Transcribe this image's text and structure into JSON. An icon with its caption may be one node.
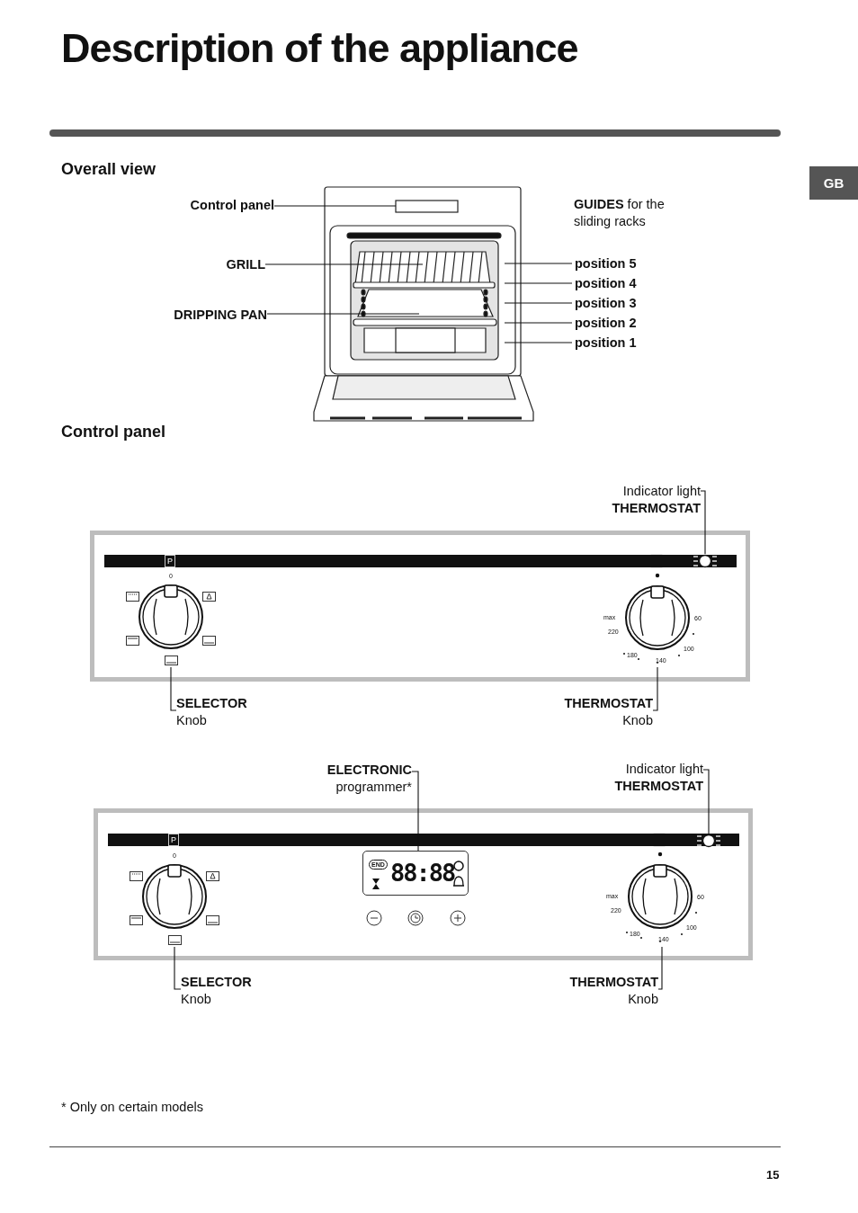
{
  "diagram": {
    "title": "Description of the appliance",
    "nodes": [
      {
        "text": [
          "Control panel"
        ]
      },
      {
        "text": [
          "GRILL"
        ]
      },
      {
        "text": [
          "DRIPPING PAN"
        ]
      },
      {
        "text": [
          "position 5"
        ]
      },
      {
        "text": [
          "position 4"
        ]
      },
      {
        "text": [
          "position 3"
        ]
      },
      {
        "text": [
          "position 2"
        ]
      },
      {
        "text": [
          "position 1"
        ]
      },
      {
        "text": [
          "Indicator light",
          "THERMOSTAT"
        ]
      },
      {
        "text": [],
        "shape": "circle"
      },
      {
        "text": [
          "SELECTOR",
          "Knob"
        ]
      },
      {
        "text": [],
        "shape": "circle"
      },
      {
        "text": [
          "THERMOSTAT",
          "Knob"
        ]
      },
      {
        "text": [],
        "shape": "circle"
      },
      {
        "text": [
          "ELECTRONIC",
          "programmer*"
        ]
      },
      {
        "text": [],
        "shape": "box"
      },
      {
        "text": [
          "Indicator light",
          "THERMOSTAT"
        ]
      },
      {
        "text": [],
        "shape": "circle"
      },
      {
        "text": [
          "SELECTOR",
          "Knob"
        ]
      },
      {
        "text": [],
        "shape": "circle"
      },
      {
        "text": [
          "THERMOSTAT",
          "Knob"
        ]
      },
      {
        "text": [],
        "shape": "circle"
      }
    ],
    "edges": [
      {
        "from": 0,
        "to": null,
        "arrow": "none"
      },
      {
        "from": 1,
        "to": null,
        "arrow": "none"
      },
      {
        "from": 2,
        "to": null,
        "arrow": "none"
      },
      {
        "from": 3,
        "to": null,
        "arrow": "none"
      },
      {
        "from": 4,
        "to": null,
        "arrow": "none"
      },
      {
        "from": 5,
        "to": null,
        "arrow": "none"
      },
      {
        "from": 6,
        "to": null,
        "arrow": "none"
      },
      {
        "from": 7,
        "to": null,
        "arrow": "none"
      },
      {
        "from": 8,
        "to": 9,
        "arrow": "none"
      },
      {
        "from": 10,
        "to": 11,
        "arrow": "none"
      },
      {
        "from": 12,
        "to": 13,
        "arrow": "none"
      },
      {
        "from": 14,
        "to": 15,
        "arrow": "none"
      },
      {
        "from": 16,
        "to": 17,
        "arrow": "none"
      },
      {
        "from": 18,
        "to": 19,
        "arrow": "none"
      },
      {
        "from": 20,
        "to": 21,
        "arrow": "none"
      }
    ],
    "labels": [
      "GB",
      "Overall view",
      "**GUIDES** for the sliding racks",
      "Control panel",
      "P",
      "0",
      "max",
      "60",
      "220",
      "100",
      "180",
      "140",
      "P",
      "0",
      "END",
      "88:88",
      "max",
      "60",
      "220",
      "100",
      "180",
      "140",
      "* Only on certain models",
      "15"
    ]
  }
}
